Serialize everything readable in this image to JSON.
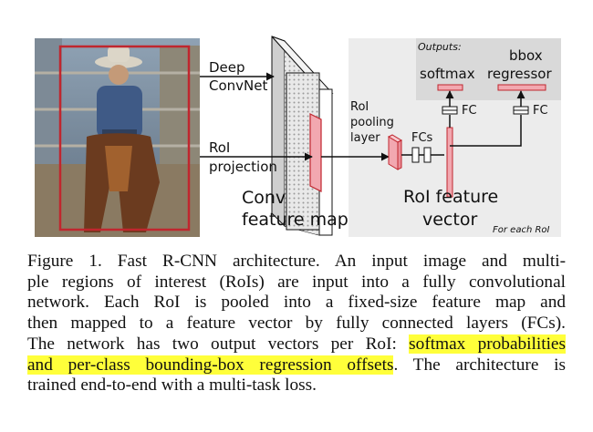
{
  "figure": {
    "labels": {
      "deep": "Deep",
      "convnet": "ConvNet",
      "roi": "RoI",
      "projection": "projection",
      "conv": "Conv",
      "feature_map": "feature map",
      "roi_pooling_1": "RoI",
      "roi_pooling_2": "pooling",
      "roi_pooling_3": "layer",
      "fcs": "FCs",
      "fc_left": "FC",
      "fc_right": "FC",
      "outputs": "Outputs:",
      "softmax": "softmax",
      "bbox": "bbox",
      "regressor": "regressor",
      "roi_feature": "RoI feature",
      "vector": "vector",
      "for_each_roi": "For each RoI"
    },
    "colors": {
      "panel": "#ececec",
      "output_box": "#d9d9d9",
      "red": "#c0262e",
      "pink": "#f2a8b0"
    }
  },
  "caption": {
    "line1": "Figure 1. Fast R-CNN architecture.  An input image and multi-",
    "line2": "ple regions of interest (RoIs) are input into a fully convolutional",
    "line3": "network.  Each RoI is pooled into a fixed-size feature map and",
    "line4": "then mapped to a feature vector by fully connected layers (FCs).",
    "line5_pre": "The network has two output vectors per RoI: ",
    "line5_hl": "softmax probabilities",
    "line6_hl": "and per-class bounding-box regression offsets",
    "line6_post": ". The architecture is",
    "line7": "trained end-to-end with a multi-task loss."
  }
}
